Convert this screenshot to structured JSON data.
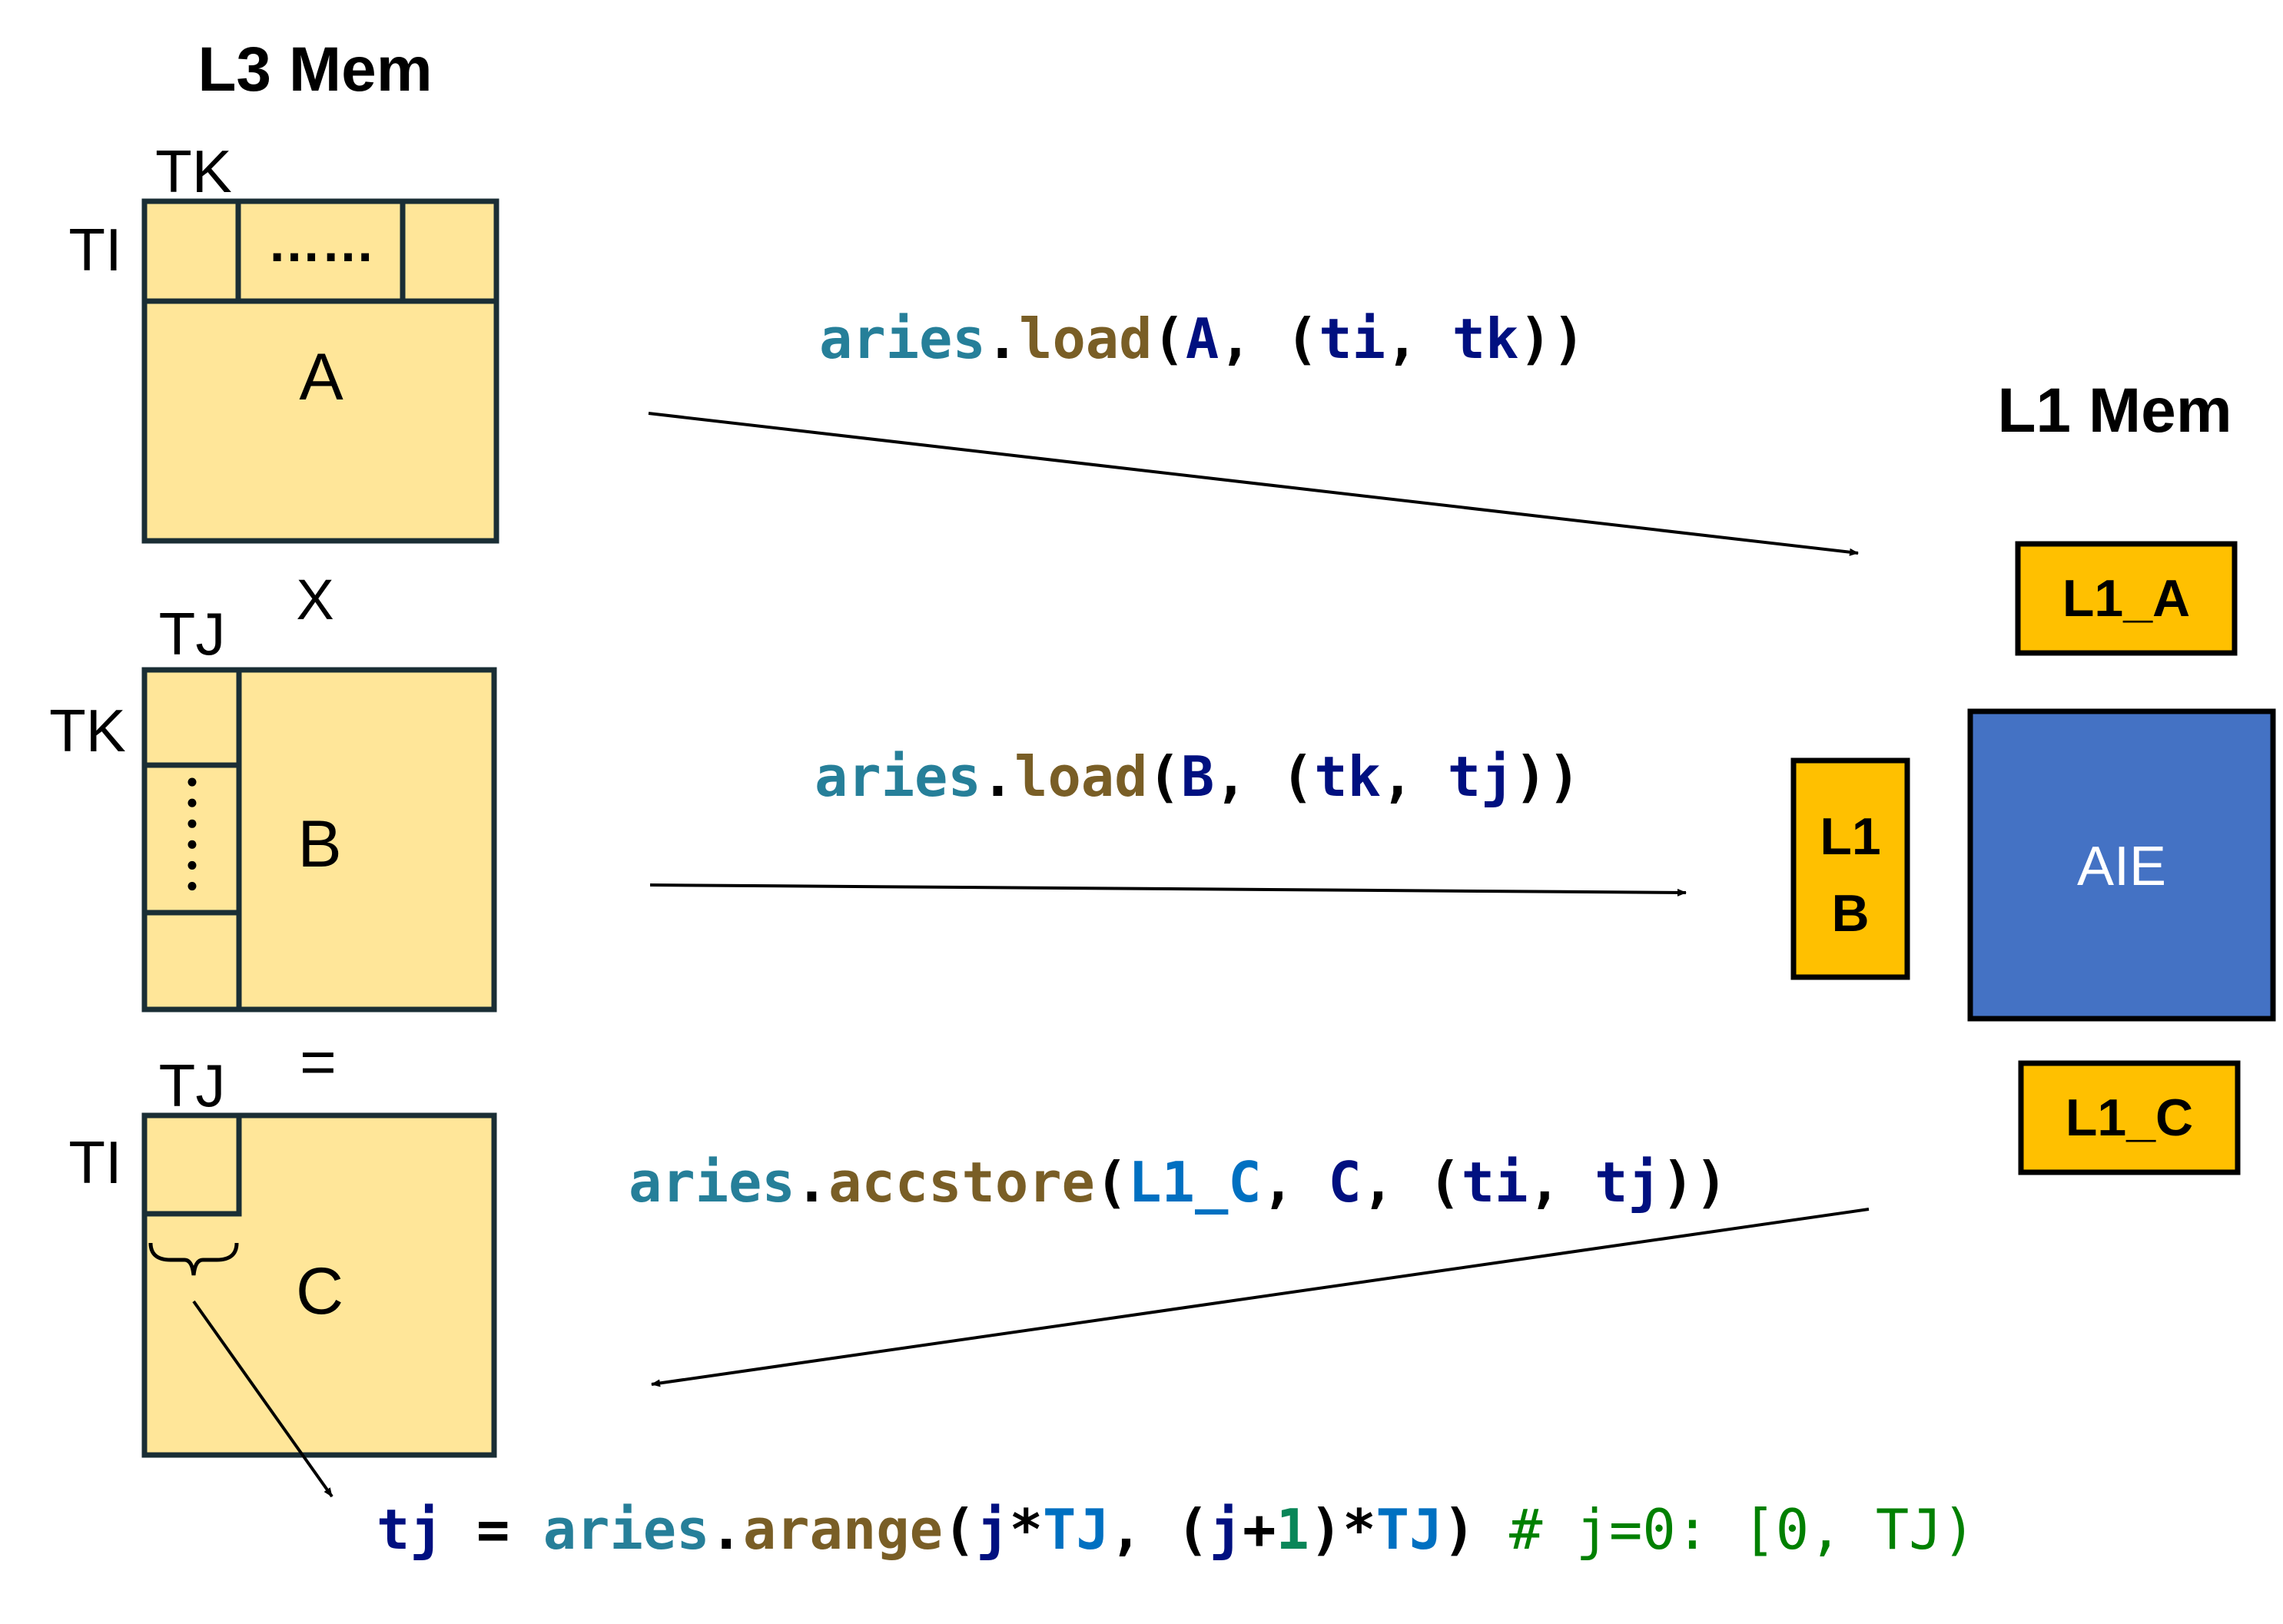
{
  "labels": {
    "l3_mem": "L3 Mem",
    "l1_mem": "L1 Mem",
    "a_tk": "TK",
    "a_ti": "TI",
    "a_dots": "……",
    "a_name": "A",
    "times": "X",
    "b_tj": "TJ",
    "b_tk": "TK",
    "b_name": "B",
    "equals": "=",
    "c_tj": "TJ",
    "c_ti": "TI",
    "c_name": "C",
    "l1_a": "L1_A",
    "l1_b_line1": "L1",
    "l1_b_line2": "B",
    "aie": "AIE",
    "l1_c": "L1_C"
  },
  "code": {
    "load_a": [
      {
        "t": "aries",
        "c": "module"
      },
      {
        "t": ".",
        "c": "punct"
      },
      {
        "t": "load",
        "c": "func"
      },
      {
        "t": "(",
        "c": "punct"
      },
      {
        "t": "A",
        "c": "var"
      },
      {
        "t": ", ",
        "c": "punct"
      },
      {
        "t": "(",
        "c": "punct"
      },
      {
        "t": "ti",
        "c": "var"
      },
      {
        "t": ", ",
        "c": "punct"
      },
      {
        "t": "tk",
        "c": "var"
      },
      {
        "t": "))",
        "c": "punct"
      }
    ],
    "load_b": [
      {
        "t": "aries",
        "c": "module"
      },
      {
        "t": ".",
        "c": "punct"
      },
      {
        "t": "load",
        "c": "func"
      },
      {
        "t": "(",
        "c": "punct"
      },
      {
        "t": "B",
        "c": "var"
      },
      {
        "t": ", ",
        "c": "punct"
      },
      {
        "t": "(",
        "c": "punct"
      },
      {
        "t": "tk",
        "c": "var"
      },
      {
        "t": ", ",
        "c": "punct"
      },
      {
        "t": "tj",
        "c": "var"
      },
      {
        "t": "))",
        "c": "punct"
      }
    ],
    "accstore": [
      {
        "t": "aries",
        "c": "module"
      },
      {
        "t": ".",
        "c": "punct"
      },
      {
        "t": "accstore",
        "c": "func"
      },
      {
        "t": "(",
        "c": "punct"
      },
      {
        "t": "L1_C",
        "c": "const"
      },
      {
        "t": ", ",
        "c": "punct"
      },
      {
        "t": "C",
        "c": "var"
      },
      {
        "t": ", ",
        "c": "punct"
      },
      {
        "t": "(",
        "c": "punct"
      },
      {
        "t": "ti",
        "c": "var"
      },
      {
        "t": ", ",
        "c": "punct"
      },
      {
        "t": "tj",
        "c": "var"
      },
      {
        "t": "))",
        "c": "punct"
      }
    ],
    "arange": [
      {
        "t": "tj",
        "c": "var"
      },
      {
        "t": " = ",
        "c": "punct"
      },
      {
        "t": "aries",
        "c": "module"
      },
      {
        "t": ".",
        "c": "punct"
      },
      {
        "t": "arange",
        "c": "func"
      },
      {
        "t": "(",
        "c": "punct"
      },
      {
        "t": "j",
        "c": "var"
      },
      {
        "t": "*",
        "c": "punct"
      },
      {
        "t": "TJ",
        "c": "const"
      },
      {
        "t": ", ",
        "c": "punct"
      },
      {
        "t": "(",
        "c": "punct"
      },
      {
        "t": "j",
        "c": "var"
      },
      {
        "t": "+",
        "c": "punct"
      },
      {
        "t": "1",
        "c": "number"
      },
      {
        "t": ")",
        "c": "punct"
      },
      {
        "t": "*",
        "c": "punct"
      },
      {
        "t": "TJ",
        "c": "const"
      },
      {
        "t": ")",
        "c": "punct"
      },
      {
        "t": " # j=0: [0, TJ)",
        "c": "comment"
      }
    ]
  },
  "colors": {
    "tile_fill": "#FFE699",
    "tile_stroke": "#1A2E35",
    "l1_fill": "#FFC000",
    "aie_fill": "#4472C4",
    "module": "#267F99",
    "func": "#795E26",
    "var": "#001080",
    "const": "#0070C1",
    "number": "#098658",
    "comment": "#008000",
    "punct": "#000000"
  }
}
